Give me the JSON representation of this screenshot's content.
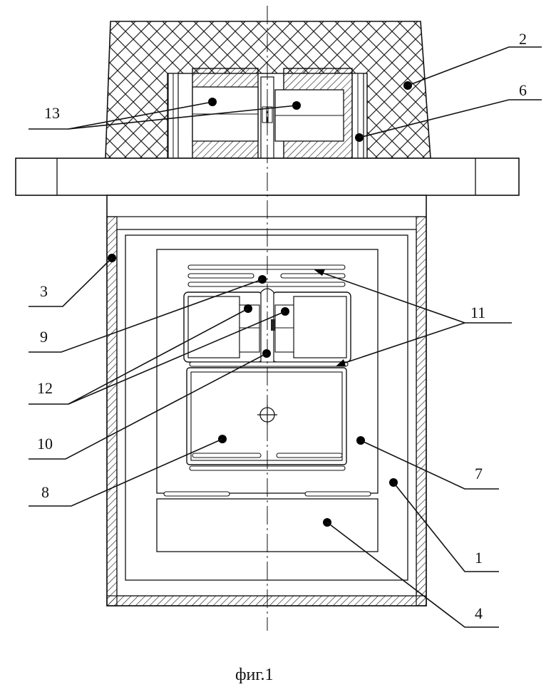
{
  "figure": {
    "caption": "фиг.1",
    "labels": {
      "l2": "2",
      "l6": "6",
      "l13": "13",
      "l3": "3",
      "l9": "9",
      "l11": "11",
      "l12": "12",
      "l10": "10",
      "l8": "8",
      "l7": "7",
      "l1": "1",
      "l4": "4"
    }
  }
}
